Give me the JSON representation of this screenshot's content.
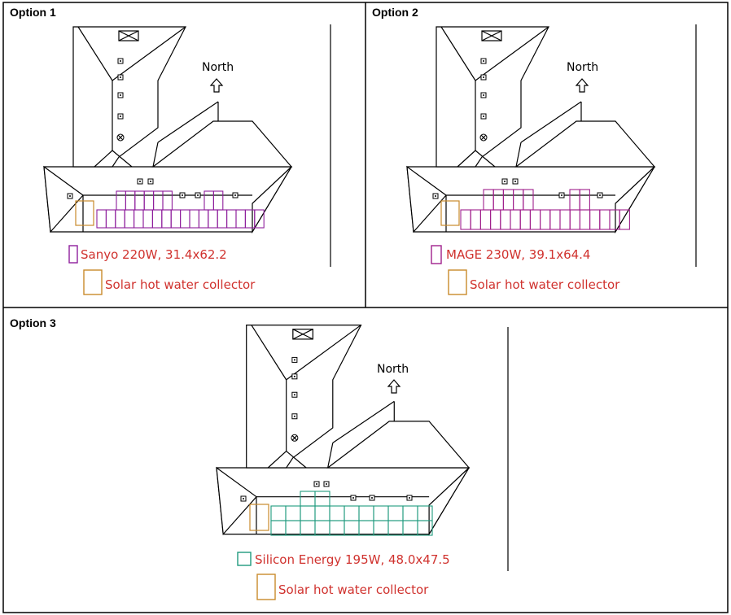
{
  "colors": {
    "sanyo": "#8e1e9c",
    "mage": "#a01f8c",
    "silicon": "#1f9a7e",
    "collector": "#c98a2b",
    "legend_text": "#d0322e"
  },
  "icons": [
    "vent-box-icon",
    "roof-vent-icon",
    "exhaust-fan-icon",
    "north-arrow-icon"
  ],
  "options": [
    {
      "title": "Option 1",
      "north": "North",
      "panel_legend": "Sanyo 220W, 31.4x62.2",
      "collector_legend": "Solar hot water collector"
    },
    {
      "title": "Option 2",
      "north": "North",
      "panel_legend": "MAGE 230W, 39.1x64.4",
      "collector_legend": "Solar hot water collector"
    },
    {
      "title": "Option 3",
      "north": "North",
      "panel_legend": "Silicon Energy 195W, 48.0x47.5",
      "collector_legend": "Solar hot water collector"
    }
  ]
}
